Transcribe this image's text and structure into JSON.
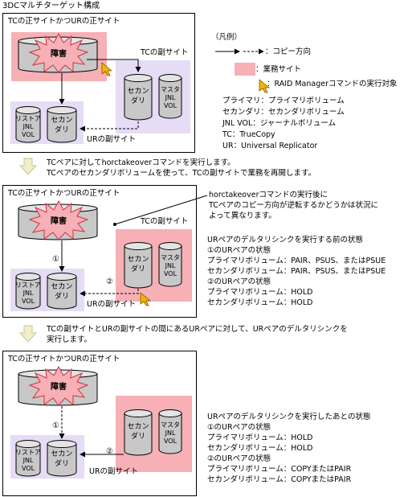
{
  "title": "3DCマルチターゲット構成",
  "legend": {
    "heading": "（凡例）",
    "copy_direction": "：コピー方向",
    "business_site": "：業務サイト",
    "raid_manager_target": "：RAID Managerコマンドの実行対象",
    "definitions": [
      "プライマリ：プライマリボリューム",
      "セカンダリ：セカンダリボリューム",
      "JNL VOL：ジャーナルボリューム",
      "TC：TrueCopy",
      "UR：Universal Replicator"
    ]
  },
  "panel1": {
    "title": "TCの正サイトかつURの正サイト",
    "tc_sub_site": "TCの副サイト",
    "ur_sub_site": "URの副サイト",
    "failure": "障害",
    "tc_secondary": "セカン\nダリ",
    "master_jnl": "マスタ\nJNL\nVOL",
    "restore_jnl": "リストア\nJNL\nVOL",
    "ur_secondary": "セカン\nダリ"
  },
  "step1": {
    "lines": [
      "TCペアに対してhorctakeoverコマンドを実行します。",
      "TCペアのセカンダリボリュームを使って、TCの副サイトで業務を再開します。"
    ]
  },
  "panel2": {
    "title": "TCの正サイトかつURの正サイト",
    "tc_sub_site": "TCの副サイト",
    "ur_sub_site": "URの副サイト",
    "failure": "障害",
    "tc_secondary": "セカン\nダリ",
    "master_jnl": "マスタ\nJNL\nVOL",
    "restore_jnl": "リストア\nJNL\nVOL",
    "ur_secondary": "セカン\nダリ",
    "marker1": "①",
    "marker2": "②",
    "callout": [
      "horctakeoverコマンドの実行後に",
      "TCペアのコピー方向が逆転するかどうかは状況に",
      "よって異なります。"
    ],
    "notes": [
      "URペアのデルタリシンクを実行する前の状態",
      "①のURペアの状態",
      "プライマリボリューム：PAIR、PSUS、またはPSUE",
      "セカンダリボリューム：PAIR、PSUS、またはPSUE",
      "②のURペアの状態",
      "プライマリボリューム：HOLD",
      "セカンダリボリューム：HOLD"
    ]
  },
  "step2": {
    "lines": [
      "TCの副サイトとURの副サイトの間にあるURペアに対して、URペアのデルタリシンクを",
      "実行します。"
    ]
  },
  "panel3": {
    "title": "TCの正サイトかつURの正サイト",
    "ur_sub_site": "URの副サイト",
    "failure": "障害",
    "tc_secondary": "セカン\nダリ",
    "master_jnl": "マスタ\nJNL\nVOL",
    "restore_jnl": "リストア\nJNL\nVOL",
    "ur_secondary": "セカン\nダリ",
    "marker1": "①",
    "marker2": "②",
    "notes": [
      "URペアのデルタリシンクを実行したあとの状態",
      "①のURペアの状態",
      "プライマリボリューム：HOLD",
      "セカンダリボリューム：HOLD",
      "②のURペアの状態",
      "プライマリボリューム：COPYまたはPAIR",
      "セカンダリボリューム：COPYまたはPAIR"
    ]
  },
  "colors": {
    "business_site": "#f6b0b6",
    "sub_site": "#e6dcf5",
    "cylinder_top": "#e4e4e4",
    "cylinder_body": "#c8c8c8",
    "step_arrow": "#f2eec9",
    "cursor": "#f2b400"
  },
  "icons": [
    "failure-burst-icon",
    "cursor-arrow-icon",
    "step-down-arrow-icon",
    "volume-cylinder-icon"
  ]
}
